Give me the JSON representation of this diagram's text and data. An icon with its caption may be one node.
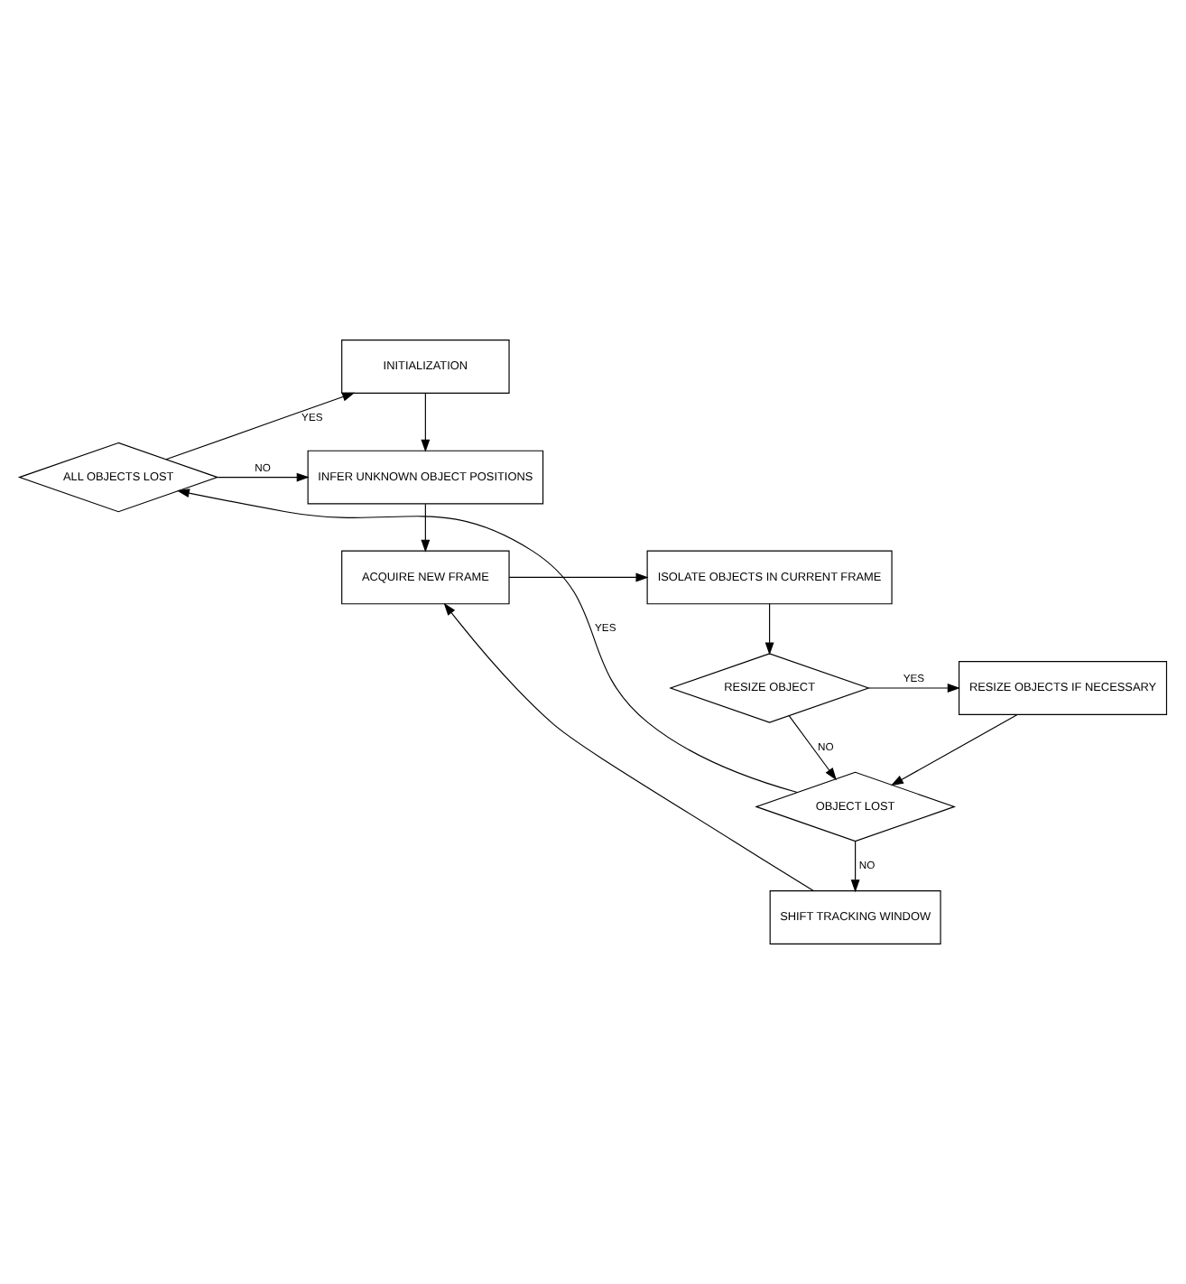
{
  "diagram": {
    "nodes": [
      {
        "text": [
          "INITIALIZATION"
        ]
      },
      {
        "text": [
          "ALL OBJECTS LOST"
        ]
      },
      {
        "text": [
          "INFER UNKNOWN OBJECT POSITIONS"
        ]
      },
      {
        "text": [
          "ISOLATE OBJECTS IN CURRENT FRAME"
        ]
      },
      {
        "text": [
          "ACQUIRE NEW FRAME"
        ]
      },
      {
        "text": [
          "RESIZE OBJECT"
        ]
      },
      {
        "text": [
          "RESIZE OBJECTS IF NECESSARY"
        ]
      },
      {
        "text": [
          "OBJECT LOST"
        ]
      },
      {
        "text": [
          "SHIFT TRACKING WINDOW"
        ]
      }
    ],
    "edges": [
      {
        "from": 1,
        "to": 0,
        "arrow": "to",
        "label": "YES"
      },
      {
        "from": 0,
        "to": 2,
        "arrow": "to"
      },
      {
        "from": 1,
        "to": 2,
        "arrow": "to",
        "label": "NO"
      },
      {
        "from": 2,
        "to": 4,
        "arrow": "to"
      },
      {
        "from": 4,
        "to": 3,
        "arrow": "to"
      },
      {
        "from": 3,
        "to": 5,
        "arrow": "to"
      },
      {
        "from": 5,
        "to": 6,
        "arrow": "to",
        "label": "YES"
      },
      {
        "from": 5,
        "to": 7,
        "arrow": "to",
        "label": "NO"
      },
      {
        "from": 6,
        "to": 7,
        "arrow": "to"
      },
      {
        "from": 7,
        "to": 1,
        "arrow": "to",
        "label": "YES"
      },
      {
        "from": 7,
        "to": 8,
        "arrow": "to",
        "label": "NO"
      },
      {
        "from": 8,
        "to": 4,
        "arrow": "to"
      }
    ]
  }
}
